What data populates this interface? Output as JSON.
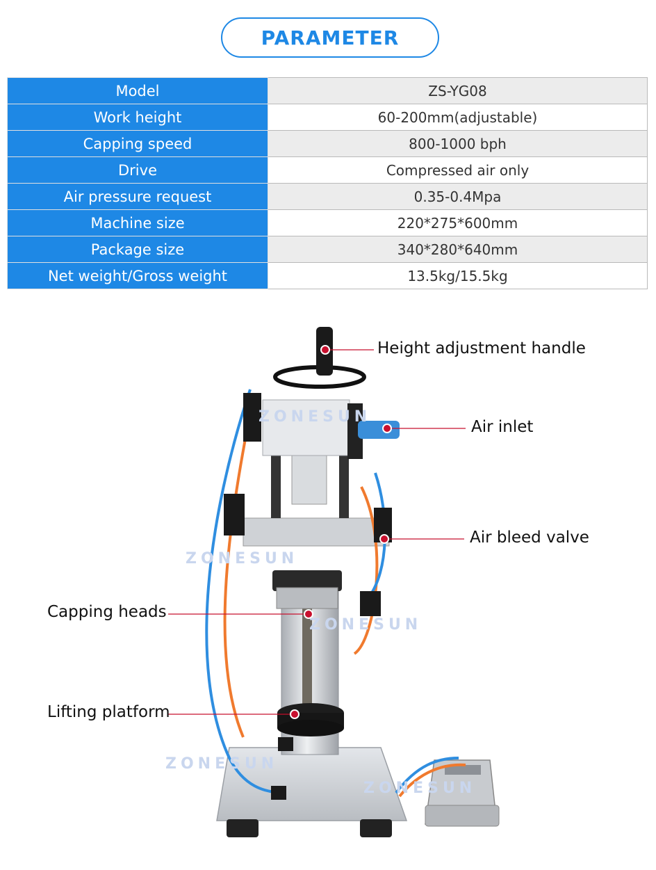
{
  "header": {
    "title": "PARAMETER"
  },
  "table": {
    "rows": [
      {
        "key": "Model",
        "value": "ZS-YG08"
      },
      {
        "key": "Work height",
        "value": "60-200mm(adjustable)"
      },
      {
        "key": "Capping speed",
        "value": "800-1000 bph"
      },
      {
        "key": "Drive",
        "value": "Compressed air only"
      },
      {
        "key": "Air pressure request",
        "value": "0.35-0.4Mpa"
      },
      {
        "key": "Machine size",
        "value": "220*275*600mm"
      },
      {
        "key": "Package size",
        "value": "340*280*640mm"
      },
      {
        "key": "Net weight/Gross weight",
        "value": "13.5kg/15.5kg"
      }
    ]
  },
  "callouts": {
    "height_handle": "Height adjustment handle",
    "air_inlet": "Air inlet",
    "air_bleed_valve": "Air bleed valve",
    "capping_heads": "Capping heads",
    "lifting_platform": "Lifting platform"
  },
  "watermark": "ZONESUN",
  "colors": {
    "accent": "#1e88e5",
    "marker": "#c8102e"
  }
}
